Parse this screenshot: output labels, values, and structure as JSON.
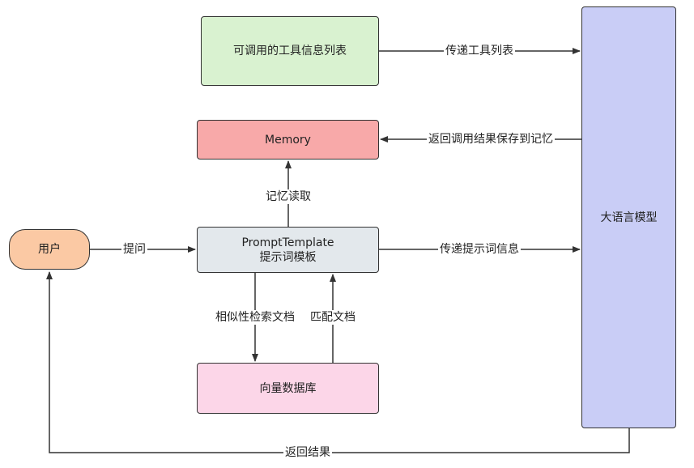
{
  "colors": {
    "tools_fill": "#d9f2d0",
    "memory_fill": "#f8a9a9",
    "prompt_fill": "#e3e8ec",
    "vectordb_fill": "#fcd6e8",
    "llm_fill": "#c9cdf6",
    "user_fill": "#fbc9a4",
    "line": "#333333"
  },
  "nodes": {
    "tools": {
      "label": "可调用的工具信息列表"
    },
    "memory": {
      "label": "Memory"
    },
    "prompt": {
      "line1": "PromptTemplate",
      "line2": "提示词模板"
    },
    "vectordb": {
      "label": "向量数据库"
    },
    "llm": {
      "label": "大语言模型"
    },
    "user": {
      "label": "用户"
    }
  },
  "edges": {
    "tools_to_llm": "传递工具列表",
    "llm_to_memory": "返回调用结果保存到记忆",
    "prompt_to_memory": "记忆读取",
    "user_to_prompt": "提问",
    "prompt_to_llm": "传递提示词信息",
    "prompt_to_vectordb": "相似性检索文档",
    "vectordb_to_prompt": "匹配文档",
    "llm_to_user": "返回结果"
  }
}
